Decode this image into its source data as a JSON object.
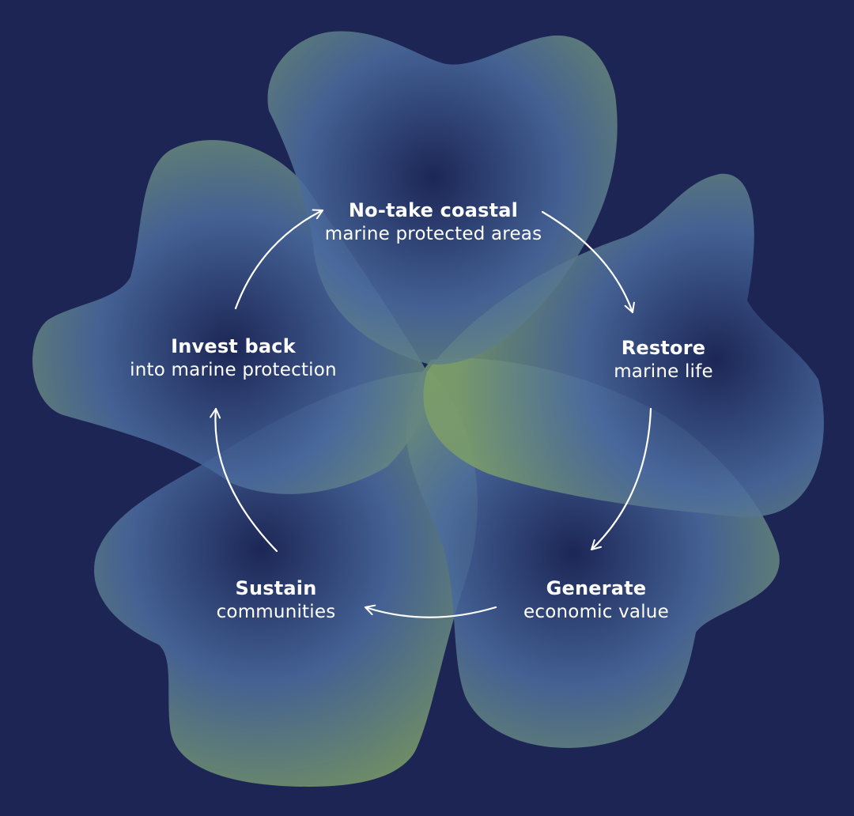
{
  "diagram": {
    "background_color": "#1c2553",
    "petal_gradient": {
      "center": "#1c2757",
      "mid": "#4a6a9e",
      "edge": "#7c9e68"
    },
    "arrow_color": "#ffffff",
    "stages": [
      {
        "id": "protected-areas",
        "title": "No-take coastal",
        "subtitle": "marine protected areas"
      },
      {
        "id": "restore",
        "title": "Restore",
        "subtitle": "marine life"
      },
      {
        "id": "generate",
        "title": "Generate",
        "subtitle": "economic value"
      },
      {
        "id": "sustain",
        "title": "Sustain",
        "subtitle": "communities"
      },
      {
        "id": "invest",
        "title": "Invest back",
        "subtitle": "into marine protection"
      }
    ]
  }
}
